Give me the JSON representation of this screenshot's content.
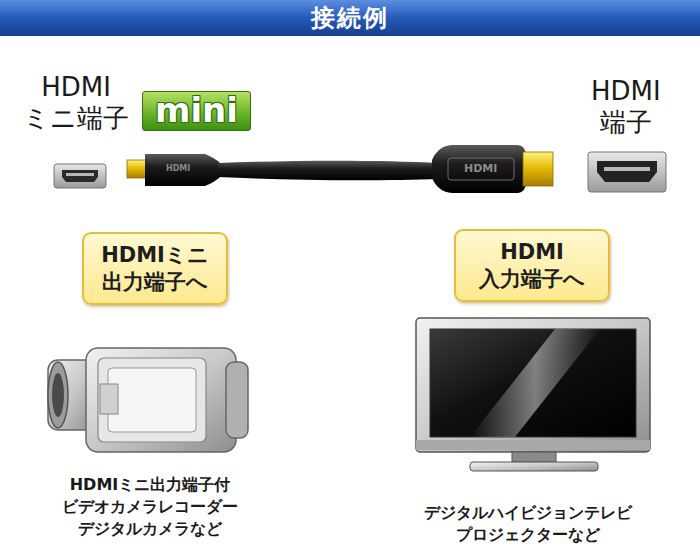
{
  "diagram": {
    "title": "接続例",
    "nodes": [
      {
        "text": [
          "mini"
        ]
      },
      {
        "text": [
          "HDMIミニ 出力端子へ"
        ]
      },
      {
        "text": [
          "HDMI 入力端子へ"
        ]
      }
    ],
    "labels": [
      "HDMI ミニ端子",
      "HDMI 端子",
      "HDMI",
      "HDMI",
      "HDMIミニ出力端子付 ビデオカメラレコーダー デジタルカメラなど",
      "デジタルハイビジョンテレビ プロジェクターなど"
    ]
  }
}
